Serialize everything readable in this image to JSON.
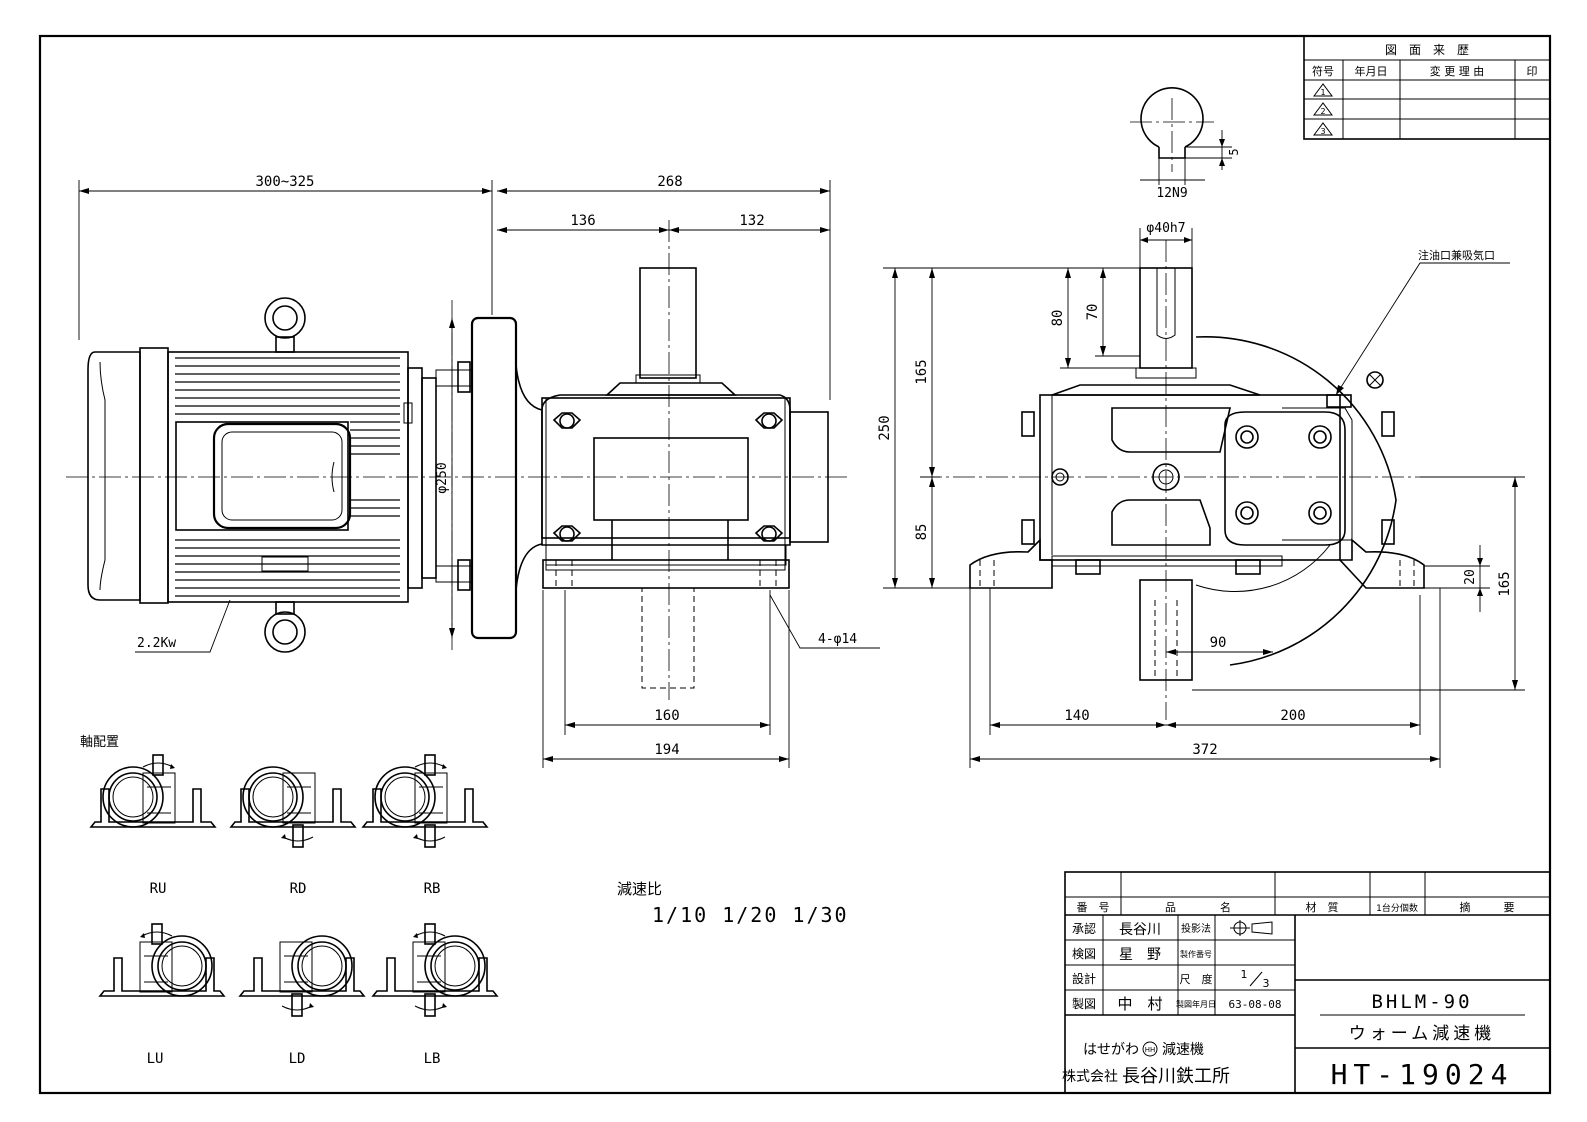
{
  "revision_block": {
    "title": "図　面　来　歴",
    "headers": [
      "符号",
      "年月日",
      "変 更 理 由",
      "印"
    ],
    "rows": [
      "1",
      "2",
      "3"
    ]
  },
  "dimensions": {
    "motor_length": "300~325",
    "gearbox_length": "268",
    "left_to_center": "136",
    "center_to_right": "132",
    "flange_dia": "φ250",
    "motor_power": "2.2Kw",
    "bolt_holes": "4-φ14",
    "base_inner": "160",
    "base_outer": "194",
    "key_width": "12N9",
    "key_depth": "5",
    "shaft_dia": "φ40h7",
    "shaft_80": "80",
    "shaft_70": "70",
    "height_165": "165",
    "height_250": "250",
    "center_85": "85",
    "right_165": "165",
    "right_20": "20",
    "offset_90": "90",
    "side_140": "140",
    "side_200": "200",
    "side_372": "372",
    "oil_port": "注油口兼吸気口"
  },
  "shaft_config": {
    "title": "軸配置",
    "labels": [
      "RU",
      "RD",
      "RB",
      "LU",
      "LD",
      "LB"
    ]
  },
  "ratio": {
    "title": "減速比",
    "values": "1/10 1/20 1/30"
  },
  "title_block": {
    "no_label": "番　号",
    "name_label": "品　　　　名",
    "material_label": "材　質",
    "qty_label": "1台分個数",
    "remarks_label": "摘　　　要",
    "approved_label": "承認",
    "approved_name": "長谷川",
    "projection_label": "投影法",
    "checked_label": "検図",
    "checked_name": "星　野",
    "mfg_no_label": "製作番号",
    "design_label": "設計",
    "scale_label": "尺　度",
    "scale_num": "1",
    "scale_den": "3",
    "drawn_label": "製図",
    "drawn_name": "中　村",
    "date_label": "製図年月日",
    "date": "63-08-08",
    "product_code": "BHLM-90",
    "product_name": "ウォーム減速機",
    "brand": "はせがわ",
    "brand_mark": "HH",
    "brand_tag": "減速機",
    "company": "株式会社",
    "company_name": "長谷川鉄工所",
    "drawing_no": "HT-19024"
  }
}
